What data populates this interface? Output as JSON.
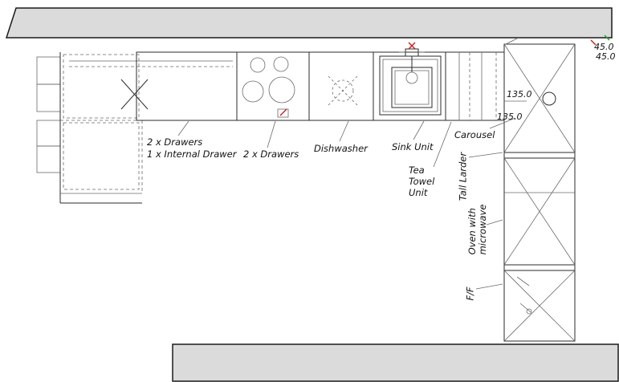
{
  "labels": {
    "drawers_island": {
      "line1": "2 x Drawers",
      "line2": "1 x Internal Drawer"
    },
    "drawers_hob": "2 x Drawers",
    "dishwasher": "Dishwasher",
    "sink": "Sink Unit",
    "carousel": "Carousel",
    "tea_towel": {
      "line1": "Tea",
      "line2": "Towel",
      "line3": "Unit"
    },
    "tall_larder": "Tall Larder",
    "oven": {
      "line1": "Oven with",
      "line2": "microwave"
    },
    "fridge_freezer": "F/F"
  },
  "measurements": {
    "m45_a": "45.0",
    "m45_b": "45.0",
    "m135_a": "135.0",
    "m135_b": "135.0"
  },
  "colors": {
    "wall_fill": "#dbdbdb",
    "line": "#2b2b2b",
    "accent_red": "#cf1f1f",
    "accent_green": "#1f9e1f"
  }
}
